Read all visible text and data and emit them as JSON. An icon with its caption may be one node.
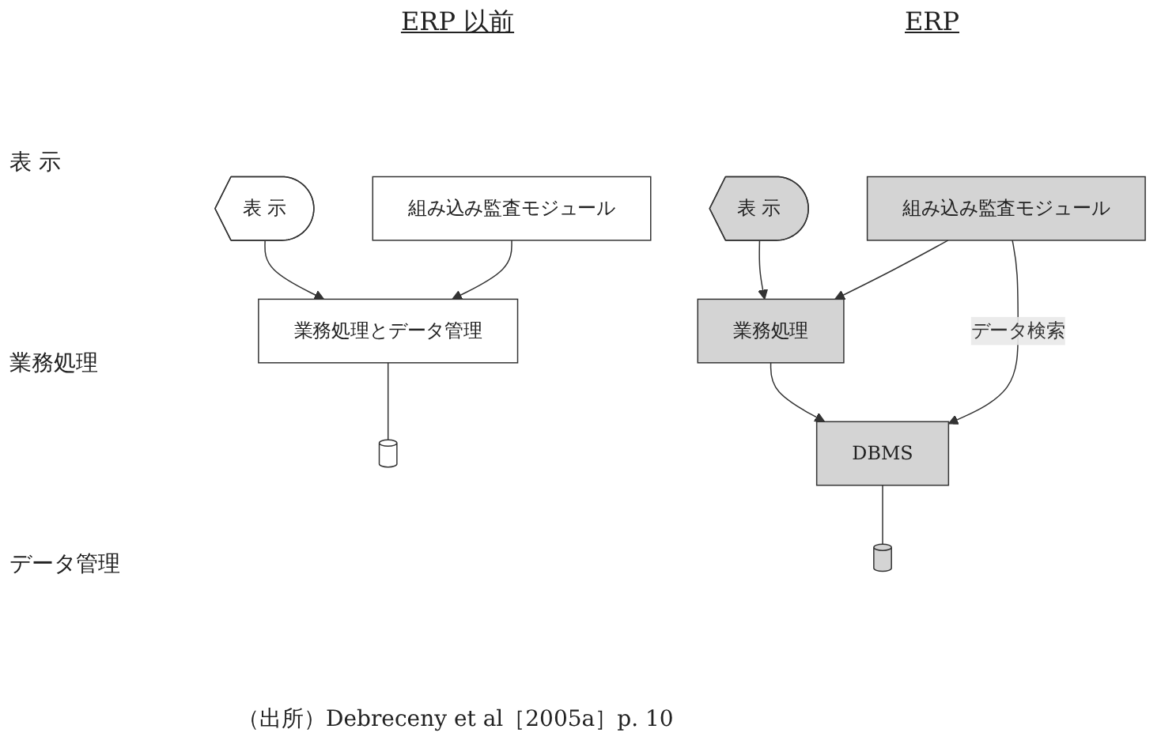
{
  "diagram": {
    "caption": "（出所）Debreceny et al［2005a］p. 10",
    "nodes": [
      {
        "text": [
          "表 示"
        ]
      },
      {
        "text": [
          "業務処理とデータ管理"
        ]
      },
      {
        "text": [
          "組み込み監査モジュール"
        ]
      },
      {
        "text": [],
        "shape": "cylinder"
      },
      {
        "text": [
          "表 示"
        ]
      },
      {
        "text": [
          "業務処理"
        ]
      },
      {
        "text": [
          "組み込み監査モジュール"
        ]
      },
      {
        "text": [
          "DBMS"
        ]
      },
      {
        "text": [],
        "shape": "cylinder"
      }
    ],
    "edges": [
      {
        "from": 0,
        "to": 1,
        "arrow": "to"
      },
      {
        "from": 2,
        "to": 1,
        "arrow": "to"
      },
      {
        "from": 1,
        "to": 3,
        "arrow": "none"
      },
      {
        "from": 4,
        "to": 5,
        "arrow": "to"
      },
      {
        "from": 6,
        "to": 5,
        "arrow": "to"
      },
      {
        "from": 5,
        "to": 7,
        "arrow": "to"
      },
      {
        "from": 6,
        "to": 7,
        "arrow": "to",
        "label": "データ検索"
      },
      {
        "from": 7,
        "to": 8,
        "arrow": "none"
      }
    ],
    "labels": [
      "ERP 以前",
      "ERP",
      "表 示",
      "業務処理",
      "データ管理"
    ]
  }
}
